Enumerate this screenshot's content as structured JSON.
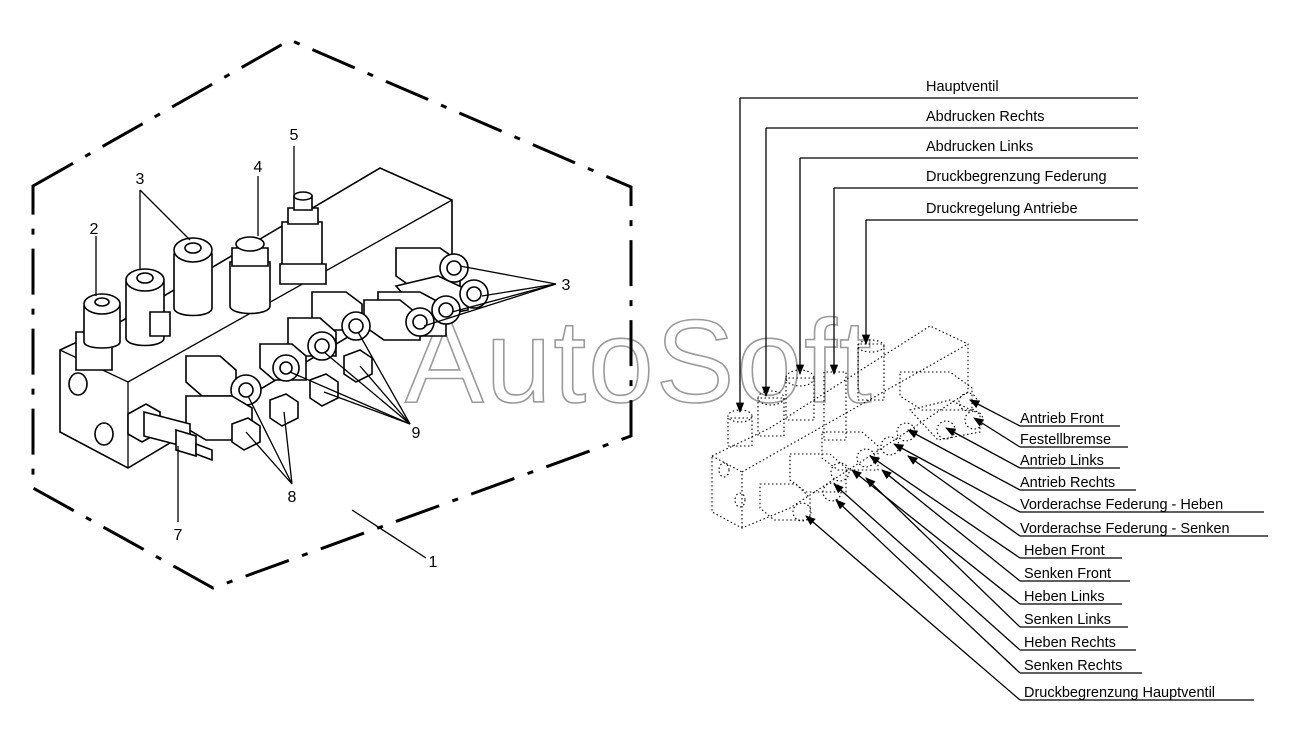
{
  "watermark": "AutoSoft",
  "callouts": {
    "assembly": "1",
    "item2": "2",
    "item3a": "3",
    "item3b": "3",
    "item4": "4",
    "item5": "5",
    "item7": "7",
    "item8": "8",
    "item9": "9"
  },
  "top_labels": [
    "Hauptventil",
    "Abdrucken Rechts",
    "Abdrucken Links",
    "Druckbegrenzung Federung",
    "Druckregelung Antriebe"
  ],
  "right_labels": [
    "Antrieb Front",
    "Festellbremse",
    "Antrieb Links",
    "Antrieb Rechts",
    "Vorderachse Federung - Heben",
    "Vorderachse Federung - Senken",
    "Heben Front",
    "Senken Front",
    "Heben Links",
    "Senken Links",
    "Heben Rechts",
    "Senken Rechts",
    "Druckbegrenzung Hauptventil"
  ]
}
